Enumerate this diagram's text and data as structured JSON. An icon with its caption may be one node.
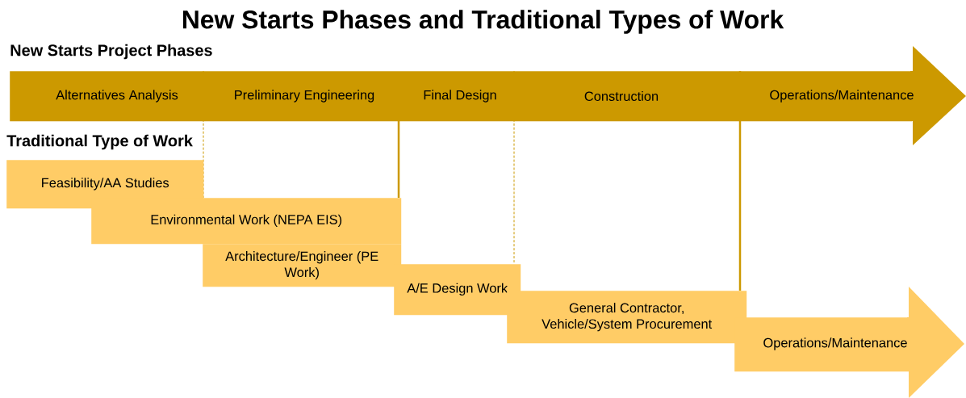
{
  "diagram": {
    "title": "New Starts Phases and Traditional Types of Work",
    "nodes": [
      {
        "text": [
          "Alternatives Analysis",
          "Preliminary Engineering",
          "Final Design",
          "Construction",
          "Operations/Maintenance"
        ]
      },
      {
        "text": [
          "Feasibility/AA Studies"
        ]
      },
      {
        "text": [
          "Environmental Work (NEPA EIS)"
        ]
      },
      {
        "text": [
          "Architecture/Engineer (PE Work)"
        ]
      },
      {
        "text": [
          "A/E Design Work"
        ]
      },
      {
        "text": [
          "General Contractor, Vehicle/System Procurement"
        ]
      },
      {
        "text": [
          "Operations/Maintenance"
        ]
      }
    ],
    "labels": [
      "New Starts Project Phases",
      "Traditional Type of Work"
    ]
  }
}
